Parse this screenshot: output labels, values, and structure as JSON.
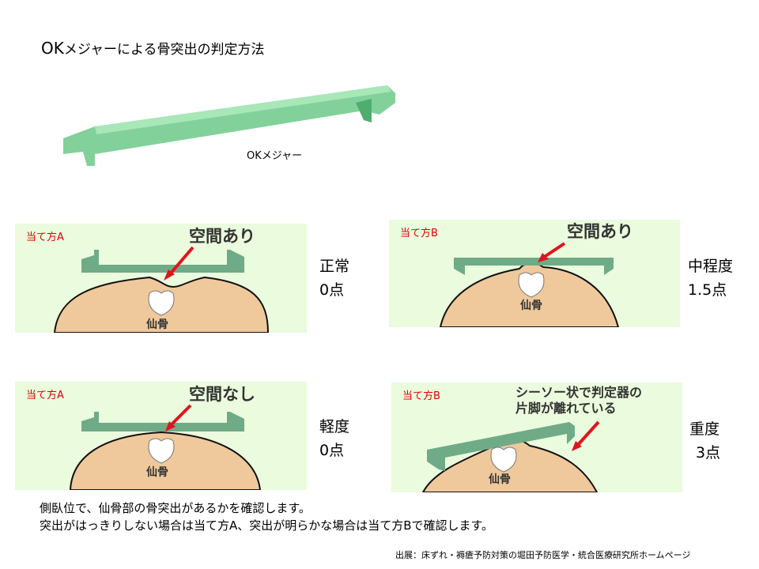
{
  "title": {
    "prefix": "OK",
    "text": "メジャーによる骨突出の判定方法"
  },
  "tool_label": "OKメジャー",
  "panels": [
    {
      "method": "当て方A",
      "callout": "空間あり",
      "bone": "仙骨",
      "grade": "正常",
      "score": "0点"
    },
    {
      "method": "当て方B",
      "callout": "空間あり",
      "bone": "仙骨",
      "grade": "中程度",
      "score": "1.5点"
    },
    {
      "method": "当て方A",
      "callout": "空間なし",
      "bone": "仙骨",
      "grade": "軽度",
      "score": "0点"
    },
    {
      "method": "当て方B",
      "callout_line1": "シーソー状で判定器の",
      "callout_line2": "片脚が離れている",
      "bone": "仙骨",
      "grade": "重度",
      "score": "3点"
    }
  ],
  "notes": [
    "側臥位で、仙骨部の骨突出があるかを確認します。",
    "突出がはっきりしない場合は当て方A、突出が明らかな場合は当て方Bで確認します。"
  ],
  "source": "出展：床ずれ・褥瘡予防対策の堀田予防医学・統合医療研究所ホームページ",
  "colors": {
    "panel_bg": "#ebfbdd",
    "meter": "#6fab86",
    "skin": "#efc99c",
    "arrow": "#e0141e",
    "method": "#e00000"
  }
}
